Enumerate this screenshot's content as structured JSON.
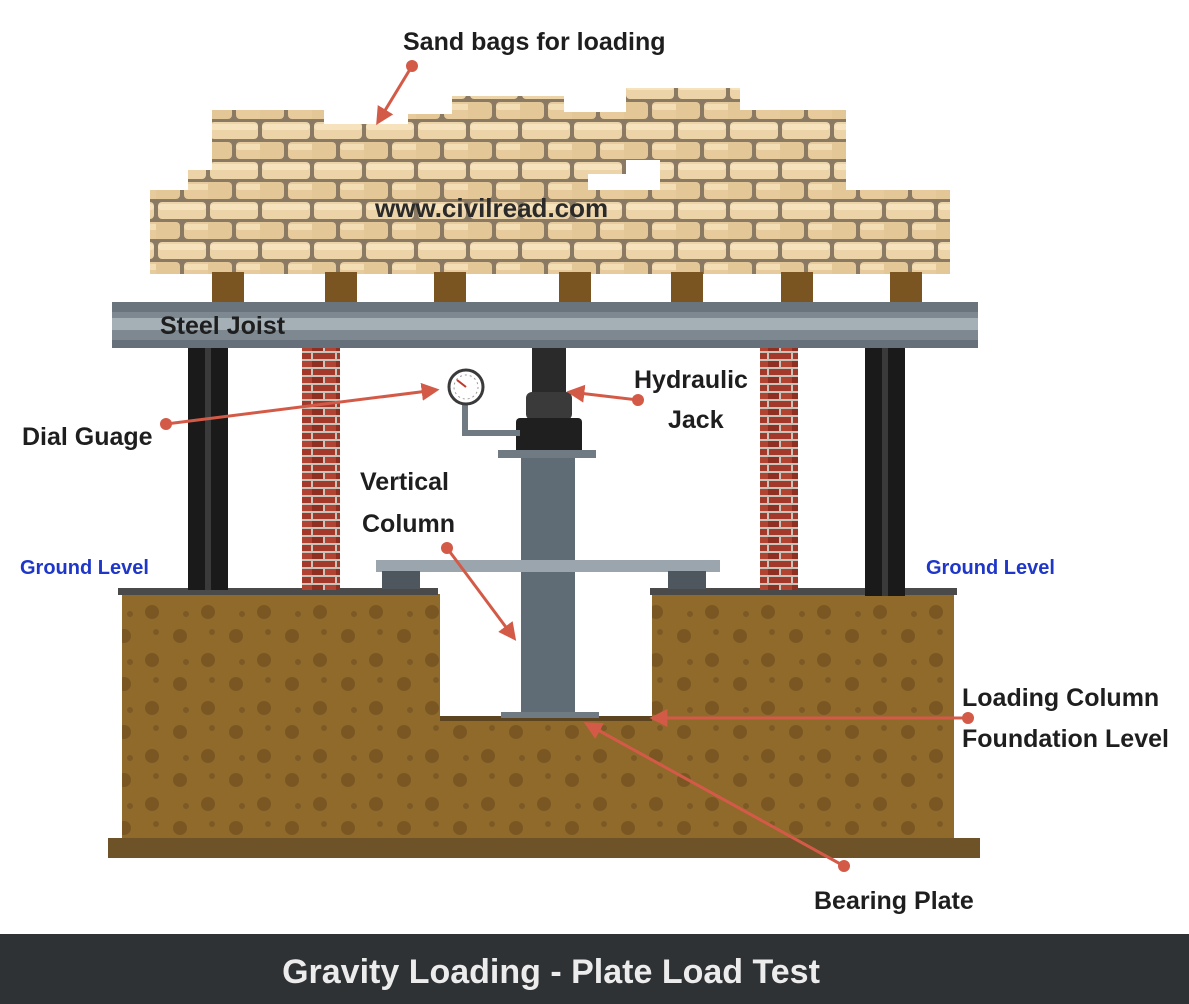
{
  "labels": {
    "sand_bags": "Sand bags for loading",
    "watermark": "www.civilread.com",
    "steel_joist": "Steel Joist",
    "dial_gauge": "Dial Guage",
    "hydraulic_jack_1": "Hydraulic",
    "hydraulic_jack_2": "Jack",
    "vertical_column_1": "Vertical",
    "vertical_column_2": "Column",
    "ground_level_left": "Ground Level",
    "ground_level_right": "Ground Level",
    "foundation_level_1": "Loading Column",
    "foundation_level_2": "Foundation Level",
    "bearing_plate": "Bearing Plate"
  },
  "footer": {
    "title": "Gravity Loading - Plate Load Test"
  },
  "colors": {
    "soil": "#8f6a2b",
    "soil_dots": "#7a5722",
    "soil_base": "#6e5228",
    "steel": "#6f7a82",
    "steel_light": "#9aa5ad",
    "column": "#5f6b75",
    "brick": "#a2392a",
    "support": "#1a1a1a",
    "sandbag": "#e9cea2",
    "arrow": "#d45a48",
    "ground_level_text": "#1f37c8",
    "footer_bg": "#2f3235",
    "footer_text": "#ececec"
  }
}
